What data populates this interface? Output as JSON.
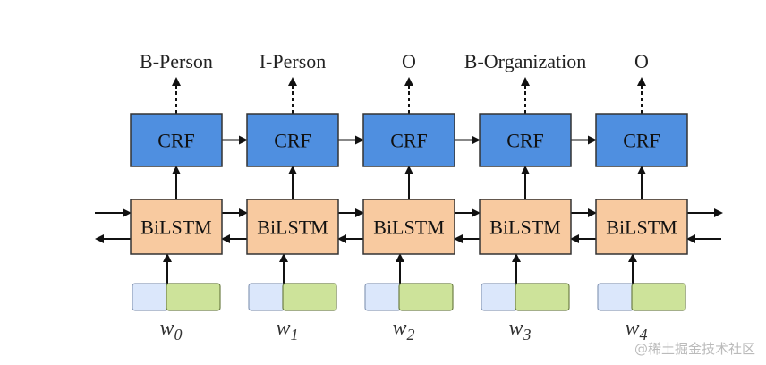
{
  "diagram": {
    "tags": [
      "B-Person",
      "I-Person",
      "O",
      "B-Organization",
      "O"
    ],
    "crf_label": "CRF",
    "bilstm_label": "BiLSTM",
    "words": [
      {
        "base": "w",
        "sub": "0"
      },
      {
        "base": "w",
        "sub": "1"
      },
      {
        "base": "w",
        "sub": "2"
      },
      {
        "base": "w",
        "sub": "3"
      },
      {
        "base": "w",
        "sub": "4"
      }
    ],
    "colors": {
      "crf_fill": "#4f8fe0",
      "bilstm_fill": "#f8caa0",
      "embed_left": "#dbe7fb",
      "embed_right": "#cde39a",
      "stroke": "#333333"
    }
  },
  "watermark": "@稀土掘金技术社区"
}
